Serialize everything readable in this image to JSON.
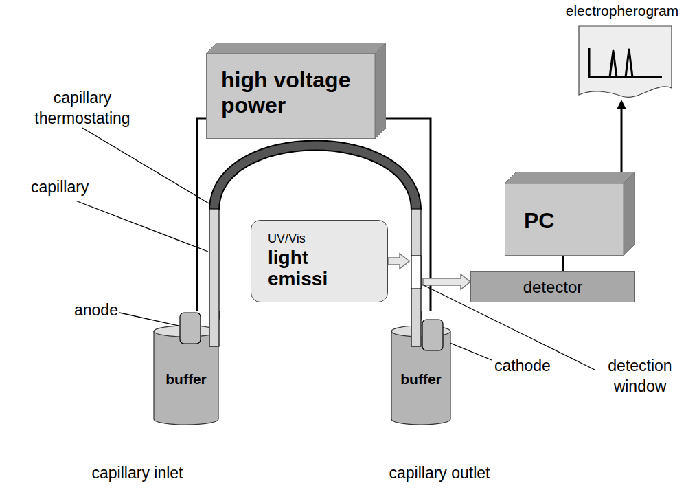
{
  "diagram": {
    "nodes": [
      {
        "text": [
          "electropherogram"
        ]
      },
      {
        "text": [
          "high voltage power"
        ]
      },
      {
        "text": [
          "PC"
        ]
      },
      {
        "text": [
          "UV/Vis",
          "light emissi"
        ]
      },
      {
        "text": [
          "detector"
        ]
      },
      {
        "text": [
          "buffer"
        ]
      },
      {
        "text": [
          "buffer"
        ]
      }
    ],
    "edges": [
      {
        "from": 1,
        "to": 5,
        "arrow": "none"
      },
      {
        "from": 1,
        "to": 6,
        "arrow": "none"
      },
      {
        "from": 2,
        "to": 0,
        "arrow": "to"
      },
      {
        "from": 3,
        "to": 4,
        "arrow": "to"
      },
      {
        "from": 4,
        "to": 2,
        "arrow": "none"
      }
    ],
    "labels": [
      "capillary thermostating",
      "capillary",
      "anode",
      "detection window",
      "cathode",
      "capillary inlet",
      "capillary outlet"
    ]
  }
}
